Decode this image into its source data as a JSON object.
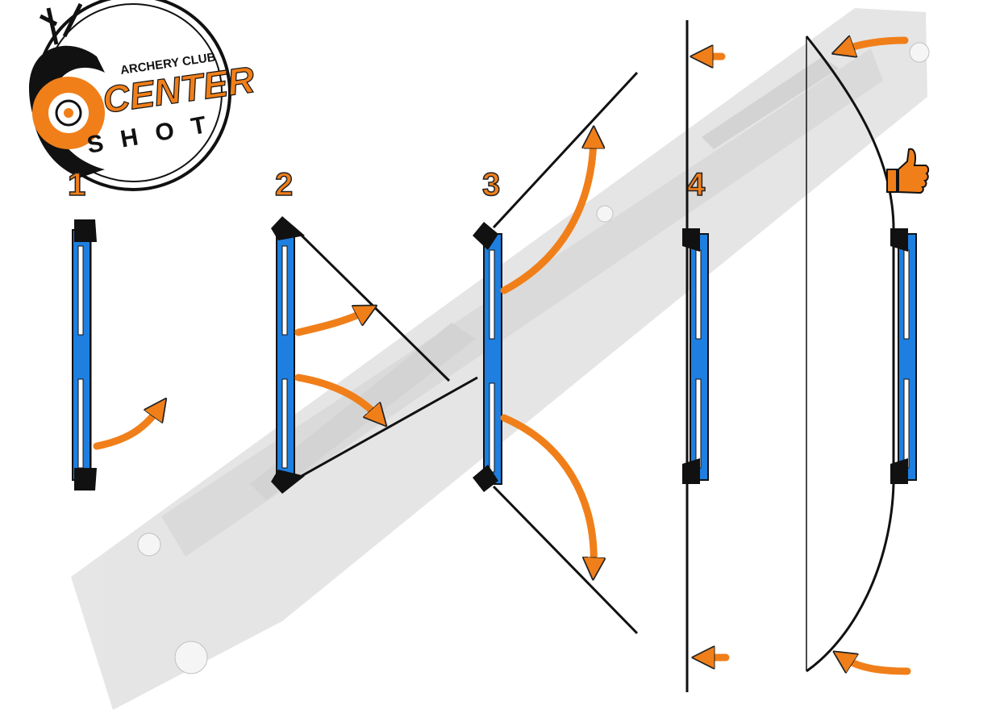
{
  "logo": {
    "top_text": "ARCHERY CLUB",
    "main_text": "CENTER",
    "sub_text": "SHOT"
  },
  "steps": [
    {
      "label": "1"
    },
    {
      "label": "2"
    },
    {
      "label": "3"
    },
    {
      "label": "4"
    }
  ],
  "colors": {
    "accent": "#f07f1a",
    "limb": "#1e7fe0",
    "riser": "#e3e3e3"
  },
  "icons": [
    "thumbs-up-icon",
    "arrow-icon"
  ]
}
